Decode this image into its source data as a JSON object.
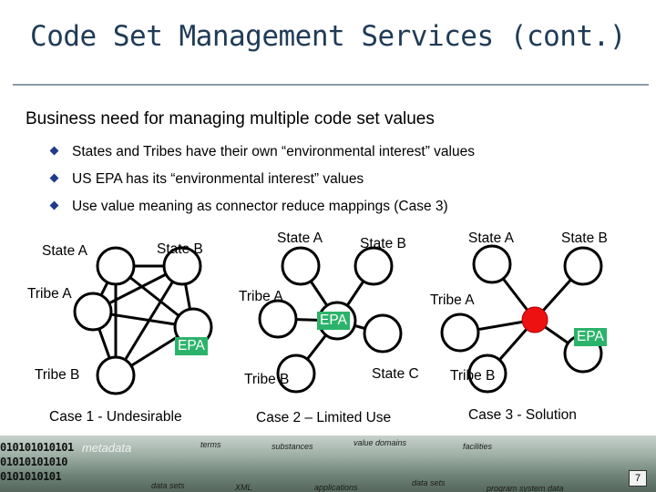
{
  "slide": {
    "title": "Code Set Management Services (cont.)",
    "heading": "Business need for managing multiple code set values",
    "bullets": [
      "States and Tribes have their own “environmental interest” values",
      "US EPA has its “environmental interest” values",
      "Use value meaning as connector reduce mappings (Case 3)"
    ]
  },
  "case1": {
    "labels": {
      "state_a": "State A",
      "state_b": "State B",
      "tribe_a": "Tribe A",
      "tribe_b": "Tribe B",
      "epa": "EPA"
    },
    "caption": "Case 1 - Undesirable"
  },
  "case2": {
    "labels": {
      "state_a": "State A",
      "state_b": "State B",
      "tribe_a": "Tribe A",
      "state_c": "State C",
      "tribe_b": "Tribe B",
      "epa": "EPA"
    },
    "caption": "Case 2 – Limited Use"
  },
  "case3": {
    "labels": {
      "state_a": "State A",
      "state_b": "State B",
      "tribe_a": "Tribe A",
      "tribe_b": "Tribe B",
      "epa": "EPA"
    },
    "caption": "Case 3 - Solution",
    "hub_color": "#ee1111"
  },
  "footer": {
    "binary_lines": [
      "010101010101",
      "01010101010",
      "0101010101"
    ],
    "metadata": "metadata",
    "terms": "terms",
    "substances": "substances",
    "value_domains": "value domains",
    "facilities": "facilities",
    "data_sets_1": "data sets",
    "xml": "XML",
    "applications": "applications",
    "data_sets_2": "data sets",
    "program_system_data": "program system data",
    "page_number": "7"
  },
  "colors": {
    "title": "#1f3b57",
    "epa_box": "#2cb36b",
    "bullet": "#1f3b8a"
  }
}
